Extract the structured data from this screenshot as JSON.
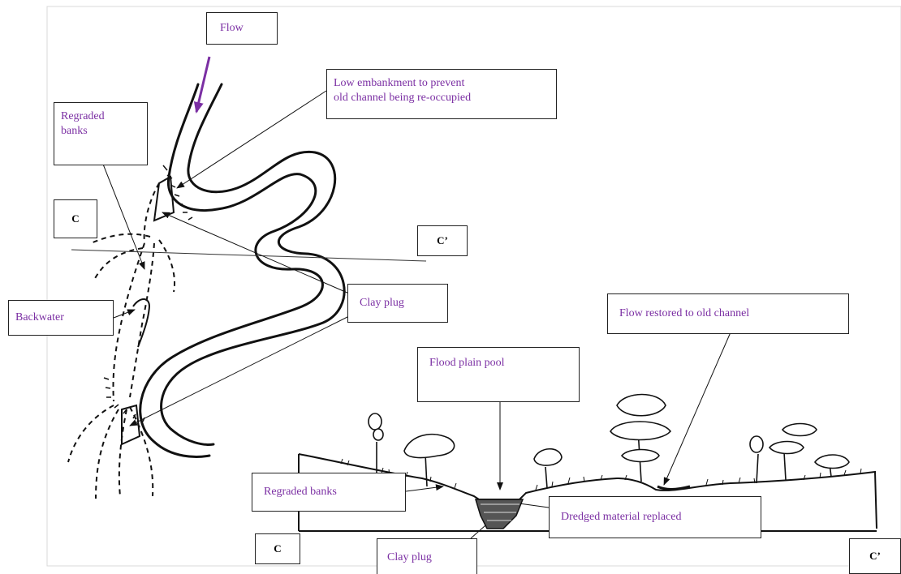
{
  "labels": {
    "flow": "Flow",
    "low_embankment_line1": "Low embankment to prevent",
    "low_embankment_line2": "old channel being re-occupied",
    "regraded_banks_plan_line1": "Regraded",
    "regraded_banks_plan_line2": "banks",
    "section_c_plan": "C",
    "section_c_prime_plan": "C’",
    "backwater": "Backwater",
    "clay_plug_plan": "Clay plug",
    "flow_restored": "Flow restored to old channel",
    "flood_plain_pool": "Flood plain pool",
    "regraded_banks_section": "Regraded banks",
    "dredged_material": "Dredged material replaced",
    "clay_plug_section": "Clay plug",
    "section_c_bottom": "C",
    "section_c_prime_bottom": "C’"
  },
  "colors": {
    "label_text": "#7b2fa3",
    "line": "#111111",
    "box_border": "#222222"
  }
}
